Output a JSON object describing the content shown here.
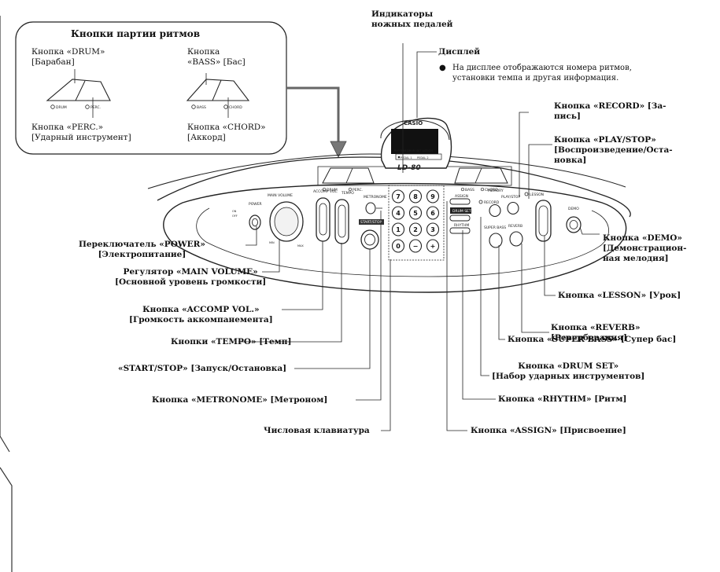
{
  "inset": {
    "title": "Кнопки партии ритмов",
    "drum": "Кнопка «DRUM»\n[Барабан]",
    "bass": "Кнопка\n«BASS» [Бас]",
    "perc": "Кнопка «PERC.»\n[Ударный инструмент]",
    "chord": "Кнопка «CHORD»\n[Аккорд]",
    "drum_tag": "DRUM",
    "perc_tag": "PERC.",
    "bass_tag": "BASS",
    "chord_tag": "CHORD"
  },
  "device": {
    "brand": "CASIO",
    "model": "LD-80",
    "display_tags": "RHYTHM   DRUM SET   ASSIGN",
    "pedal1": "PEDAL 1",
    "pedal2": "PEDAL 2",
    "panel": {
      "power": "POWER",
      "on": "ON",
      "off": "OFF",
      "main_volume": "MAIN VOLUME",
      "min": "MIN",
      "max": "MAX",
      "accomp_vol": "ACCOMP VOL.",
      "tempo": "TEMPO",
      "metronome": "METRONOME",
      "start_stop": "START/STOP",
      "assign": "ASSIGN",
      "drum_set": "DRUM SET",
      "rhythm": "RHYTHM",
      "memory": "MEMORY",
      "record": "RECORD",
      "play_stop": "PLAY/STOP",
      "lesson": "LESSON",
      "demo": "DEMO",
      "super_bass": "SUPER BASS",
      "reverb": "REVERB",
      "drum": "DRUM",
      "perc": "PERC.",
      "bass": "BASS",
      "chord": "CHORD"
    },
    "keys": [
      "7",
      "8",
      "9",
      "4",
      "5",
      "6",
      "1",
      "2",
      "3",
      "0",
      "−",
      "+"
    ]
  },
  "callouts": {
    "pedal_indicators": "Индикаторы\nножных педалей",
    "display_title": "Дисплей",
    "display_desc": "На дисплее отображаются номера ритмов,\nустановки темпа и другая информация.",
    "record": "Кнопка «RECORD» [За-\nпись]",
    "play_stop": "Кнопка «PLAY/STOP»\n[Воспроизведение/Оста-\nновка]",
    "power": "Переключатель «POWER»\n[Электропитание]",
    "main_volume": "Регулятор «MAIN VOLUME»\n[Основной уровень громкости]",
    "accomp_vol": "Кнопка «ACCOMP VOL.»\n[Громкость аккомпанемента]",
    "tempo": "Кнопки «TEMPO» [Темп]",
    "start_stop": "«START/STOP» [Запуск/Остановка]",
    "metronome": "Кнопка «METRONOME» [Метроном]",
    "numpad": "Числовая клавиатура",
    "demo": "Кнопка «DEMO»\n[Демонстрацион-\nная мелодия]",
    "lesson": "Кнопка «LESSON» [Урок]",
    "reverb": "Кнопка «REVERB»\n[Реверберация]",
    "super_bass": "Кнопка «SUPER BASS» [Супер бас]",
    "drum_set": "Кнопка «DRUM SET»\n[Набор ударных инструментов]",
    "rhythm": "Кнопка «RHYTHM» [Ритм]",
    "assign": "Кнопка «ASSIGN» [Присвоение]"
  }
}
